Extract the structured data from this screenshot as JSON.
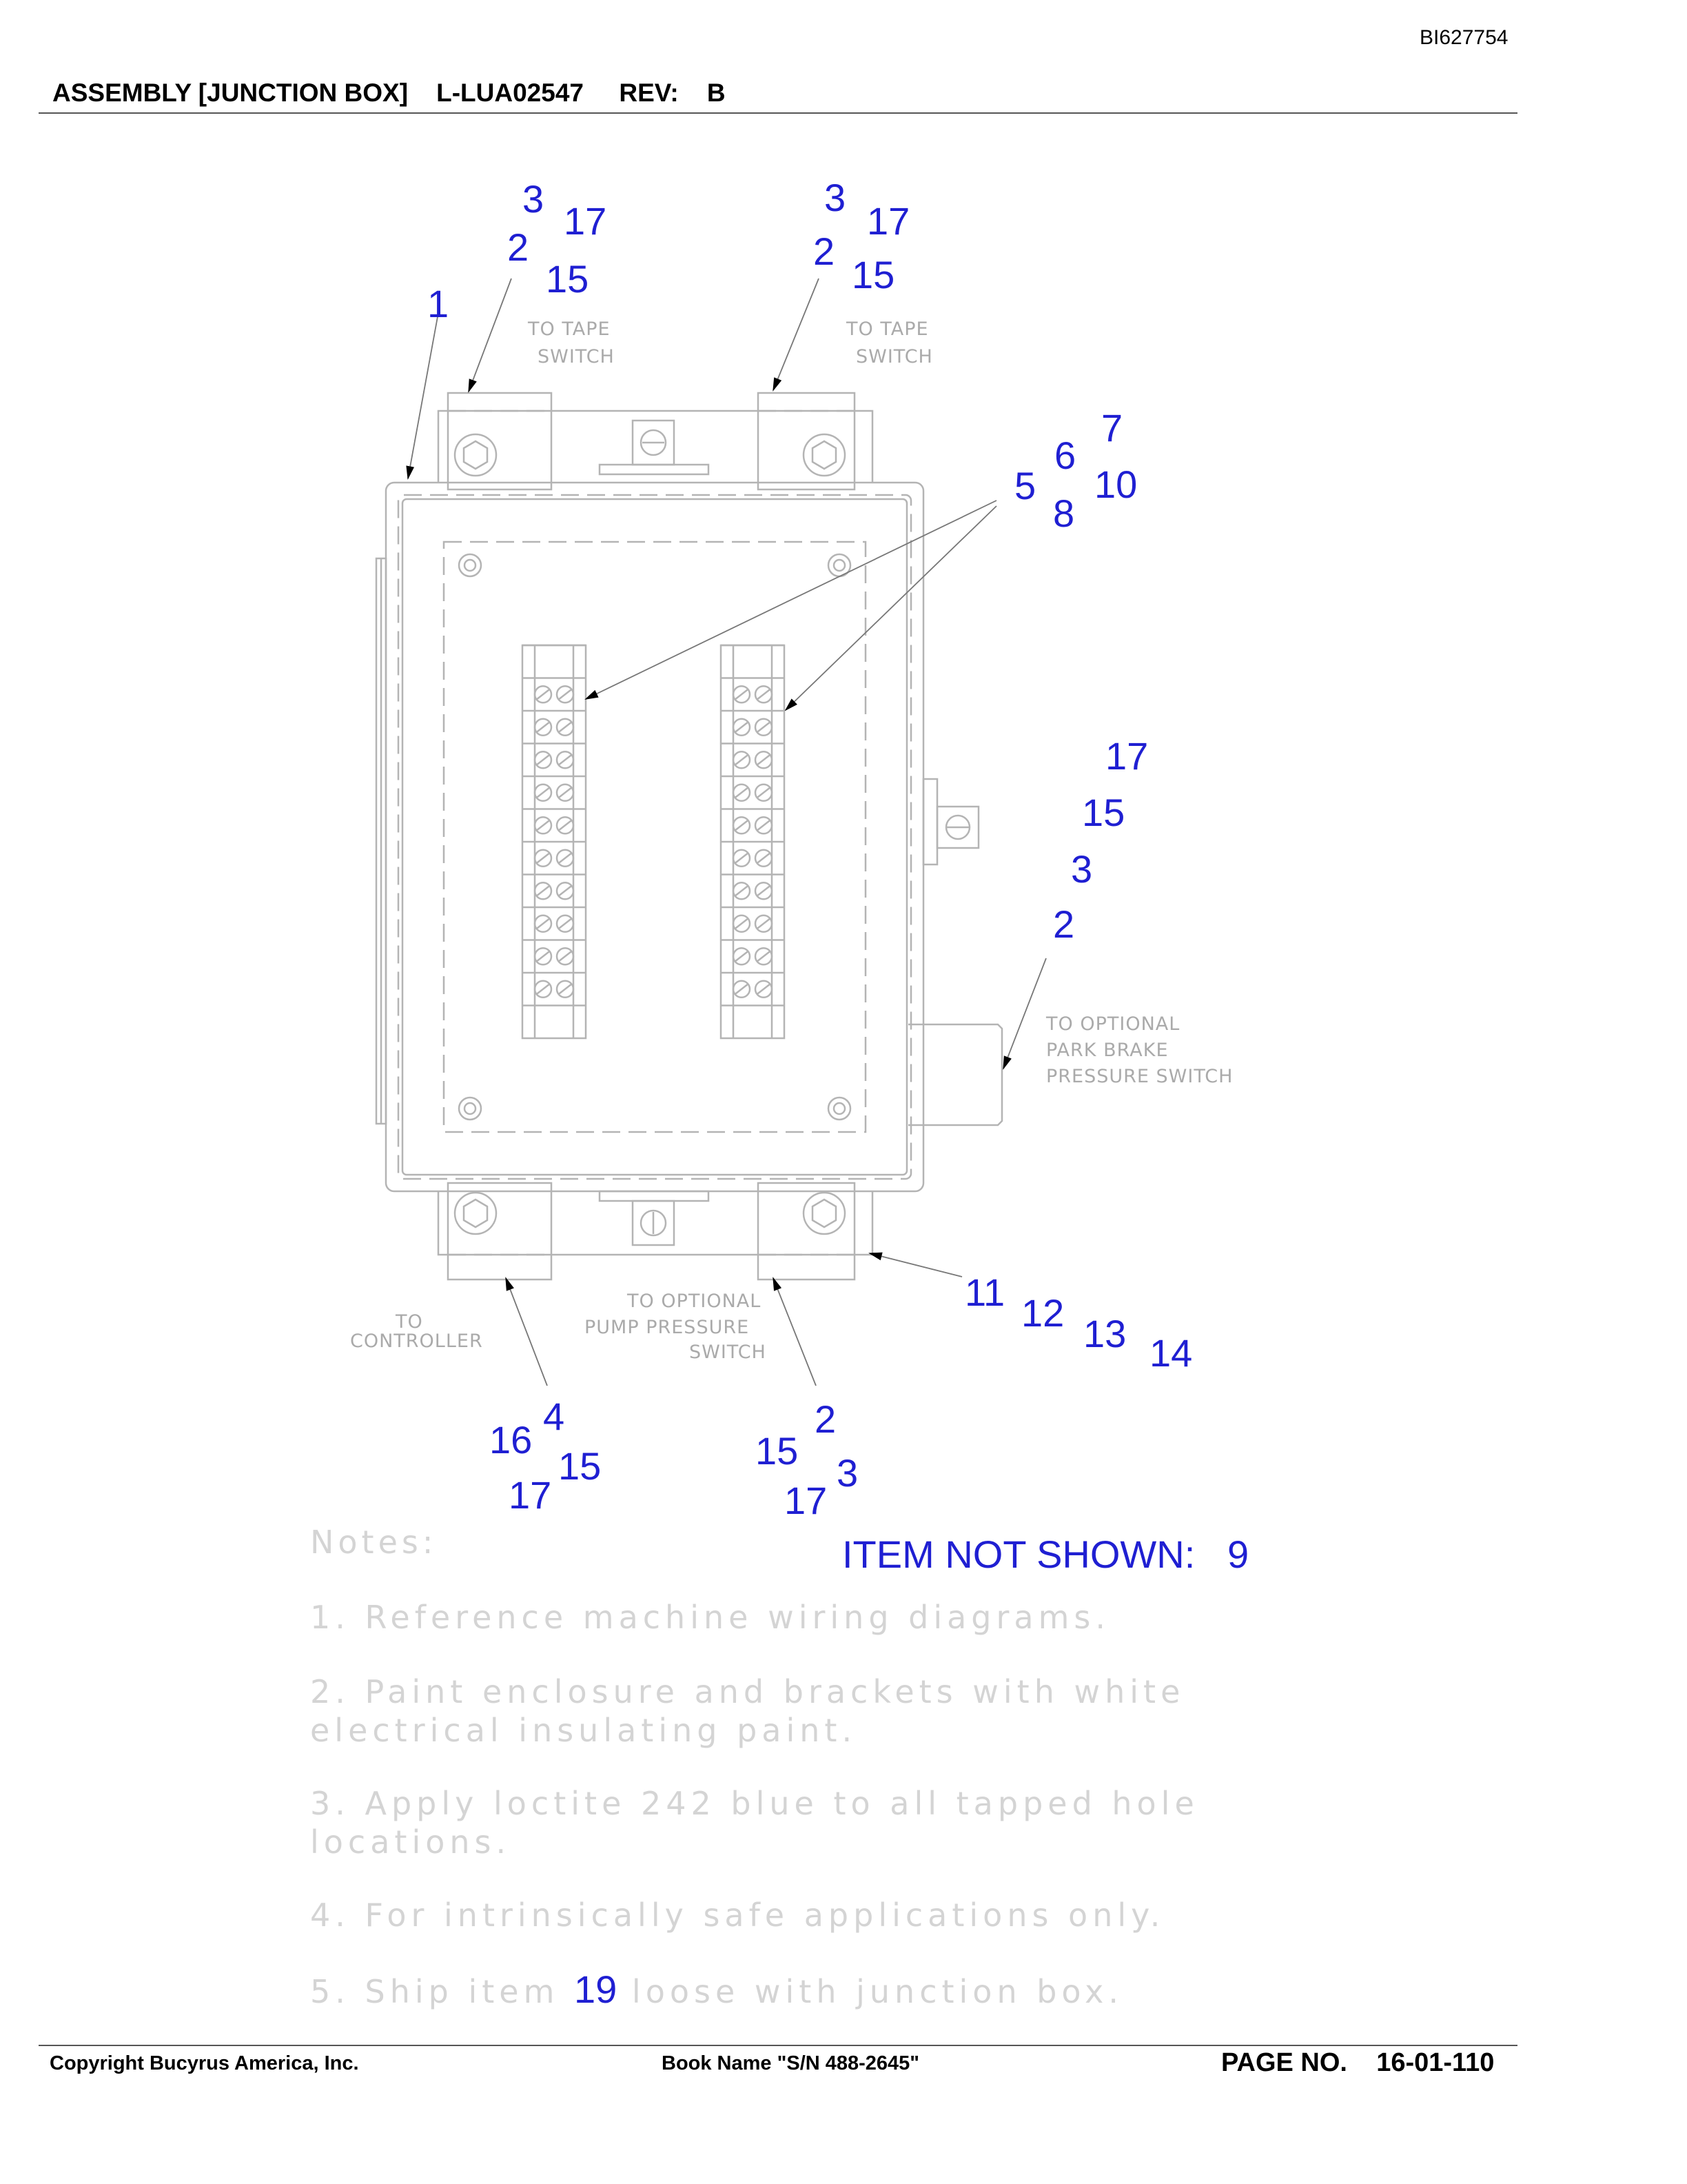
{
  "header": {
    "doc_id": "BI627754",
    "title": "ASSEMBLY [JUNCTION BOX]    L-LUA02547     REV:    B"
  },
  "callouts": {
    "top_left": [
      "3",
      "17",
      "2",
      "15"
    ],
    "box": "1",
    "top_right": [
      "3",
      "17",
      "2",
      "15"
    ],
    "terminal": [
      "7",
      "6",
      "5",
      "10",
      "8"
    ],
    "right_side": [
      "17",
      "15",
      "3",
      "2"
    ],
    "lower_right": [
      "11",
      "12",
      "13",
      "14"
    ],
    "bottom_left": [
      "4",
      "16",
      "15",
      "17"
    ],
    "bottom_mid": [
      "2",
      "15",
      "3",
      "17"
    ]
  },
  "labels": {
    "tape_left": [
      "TO TAPE",
      "SWITCH"
    ],
    "tape_right": [
      "TO TAPE",
      "SWITCH"
    ],
    "park_brake": [
      "TO OPTIONAL",
      "PARK BRAKE",
      "PRESSURE SWITCH"
    ],
    "controller": [
      "TO",
      "CONTROLLER"
    ],
    "pump": [
      "TO OPTIONAL",
      "PUMP PRESSURE",
      "SWITCH"
    ]
  },
  "item_not_shown": {
    "label": "ITEM NOT SHOWN:",
    "value": "9"
  },
  "notes": {
    "heading": "Notes:",
    "n1": "1. Reference machine wiring diagrams.",
    "n2a": "2. Paint enclosure and brackets with white",
    "n2b": "electrical insulating paint.",
    "n3a": "3. Apply loctite 242 blue to all tapped hole",
    "n3b": "locations.",
    "n4": "4. For intrinsically safe applications only.",
    "n5_pre": "5. Ship item ",
    "n5_item": "19",
    "n5_post": " loose with junction box."
  },
  "footer": {
    "copyright": "Copyright Bucyrus America, Inc.",
    "book": "Book Name \"S/N 488-2645\"",
    "page": "PAGE NO.    16-01-110"
  }
}
